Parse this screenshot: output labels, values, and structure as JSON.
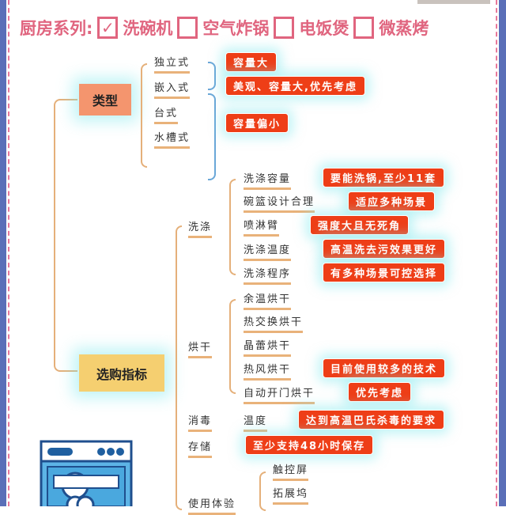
{
  "header": {
    "prefix": "厨房系列:",
    "options": [
      {
        "label": "洗碗机",
        "checked": true
      },
      {
        "label": "空气炸锅",
        "checked": false
      },
      {
        "label": "电饭煲",
        "checked": false
      },
      {
        "label": "微蒸烤",
        "checked": false
      }
    ],
    "check_mark": "✓"
  },
  "type": {
    "title": "类型",
    "items": [
      "独立式",
      "嵌入式",
      "台式",
      "水槽式"
    ],
    "notes": [
      "容量大",
      "美观、容量大,优先考虑",
      "容量偏小"
    ]
  },
  "guide": {
    "title": "选购指标",
    "wash": {
      "title": "洗涤",
      "items": [
        "洗涤容量",
        "碗篮设计合理",
        "喷淋臂",
        "洗涤温度",
        "洗涤程序"
      ],
      "notes": [
        "要能洗锅,至少11套",
        "适应多种场景",
        "强度大且无死角",
        "高温洗去污效果更好",
        "有多种场景可控选择"
      ]
    },
    "dry": {
      "title": "烘干",
      "items": [
        "余温烘干",
        "热交换烘干",
        "晶蕾烘干",
        "热风烘干",
        "自动开门烘干"
      ],
      "notes": [
        "目前使用较多的技术",
        "优先考虑"
      ]
    },
    "sterilize": {
      "title": "消毒",
      "items": [
        "温度"
      ],
      "notes": [
        "达到高温巴氏杀毒的要求"
      ]
    },
    "storage": {
      "title": "存储",
      "notes": [
        "至少支持48小时保存"
      ]
    },
    "experience": {
      "title": "使用体验",
      "items": [
        "触控屏",
        "拓展坞"
      ]
    }
  },
  "colors": {
    "accent": "#e0657f",
    "note": "#ee3e17",
    "frame": "#5a6fb8",
    "type_box": "#f4956e",
    "guide_box": "#f5cf70"
  }
}
